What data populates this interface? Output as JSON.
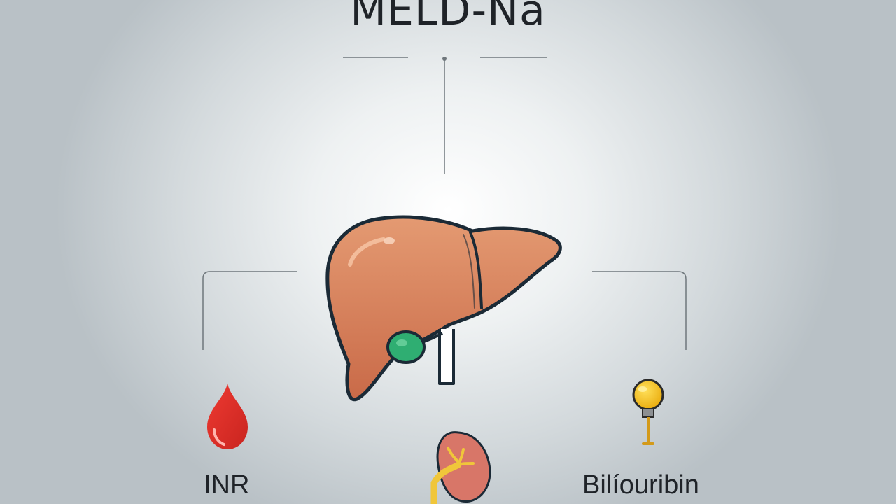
{
  "title": "MELD-Na",
  "labels": {
    "inr": "INR",
    "bilirubin": "Bilíouribin"
  },
  "colors": {
    "background": "#dfe4e6",
    "liver": "#d47a52",
    "gallbladder": "#2fae72",
    "blood_drop": "#e0302a",
    "bulb": "#f2c414",
    "outline": "#1b2a36"
  },
  "icons": [
    "liver-icon",
    "gallbladder-icon",
    "blood-drop-icon",
    "kidney-icon",
    "lightbulb-icon"
  ]
}
